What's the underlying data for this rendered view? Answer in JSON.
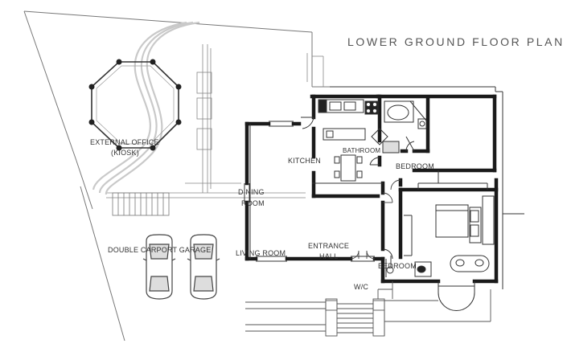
{
  "title": "LOWER GROUND FLOOR PLAN",
  "rooms": {
    "external_office": "EXTERNAL OFFICE",
    "kiosk": "(KIOSK)",
    "kitchen": "KITCHEN",
    "bathroom_top": "BATHROOM",
    "bedroom_top": "BEDROOM",
    "dining_line1": "DINING",
    "dining_line2": "ROOM",
    "carport": "DOUBLE CARPORT GARAGE",
    "living": "LIVING ROOM",
    "entrance_line1": "ENTRANCE",
    "entrance_line2": "HALL",
    "bedroom_bottom": "BEDROOM",
    "wc": "W/C"
  },
  "colors": {
    "wall": "#1a1a1a",
    "line": "#777777",
    "path": "#cccccc",
    "text": "#333333"
  }
}
